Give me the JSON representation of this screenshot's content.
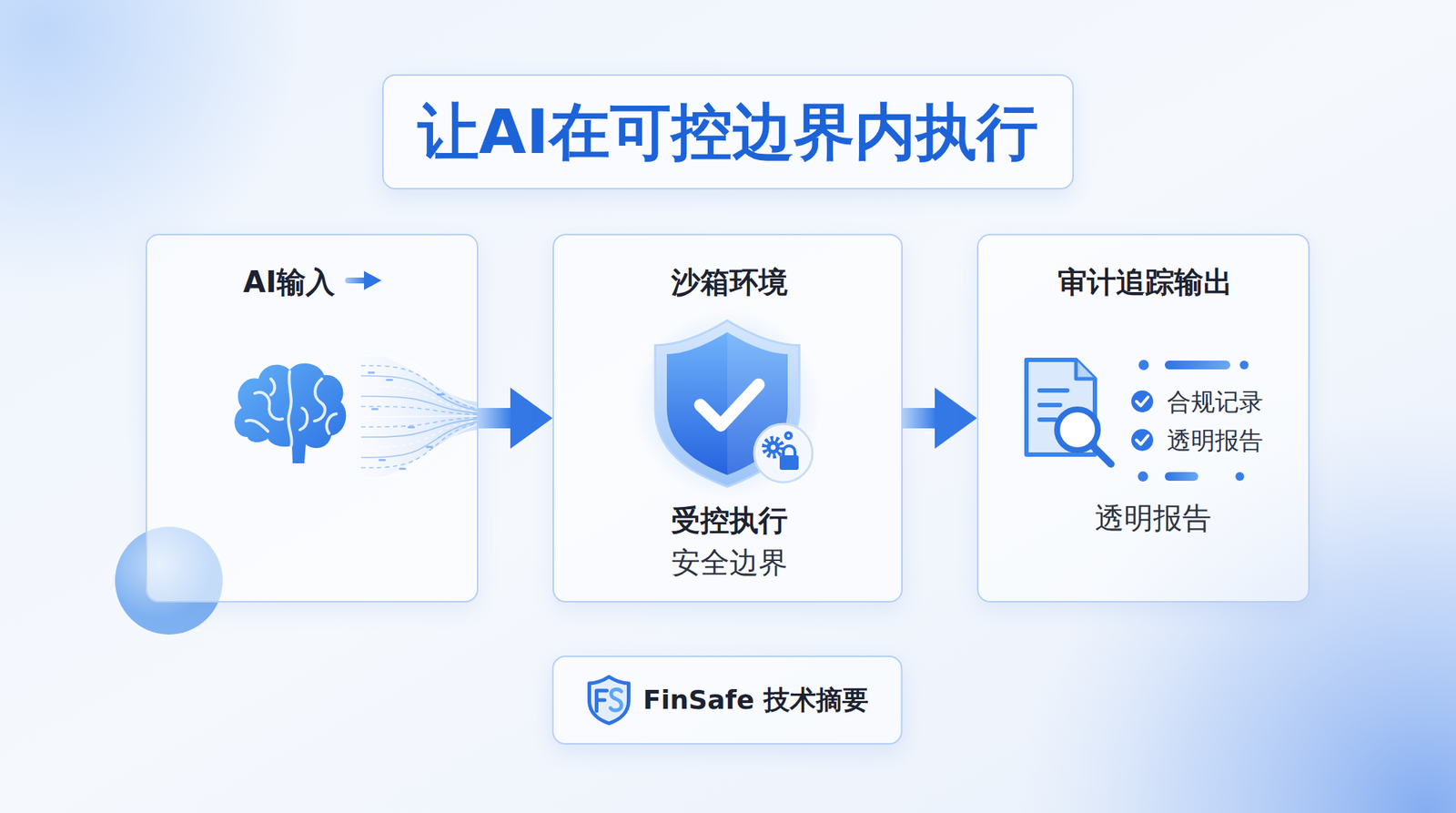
{
  "diagram": {
    "title": "让AI在可控边界内执行",
    "caption": "FinSafe 技术摘要",
    "nodes": [
      {
        "text": [
          "AI输入"
        ]
      },
      {
        "text": [
          "沙箱环境",
          "受控执行",
          "安全边界"
        ]
      },
      {
        "text": [
          "审计追踪输出",
          "合规记录",
          "透明报告",
          "透明报告"
        ]
      }
    ],
    "edges": [
      {
        "from": 0,
        "to": 1,
        "arrow": "to"
      },
      {
        "from": 1,
        "to": 2,
        "arrow": "to"
      }
    ]
  }
}
